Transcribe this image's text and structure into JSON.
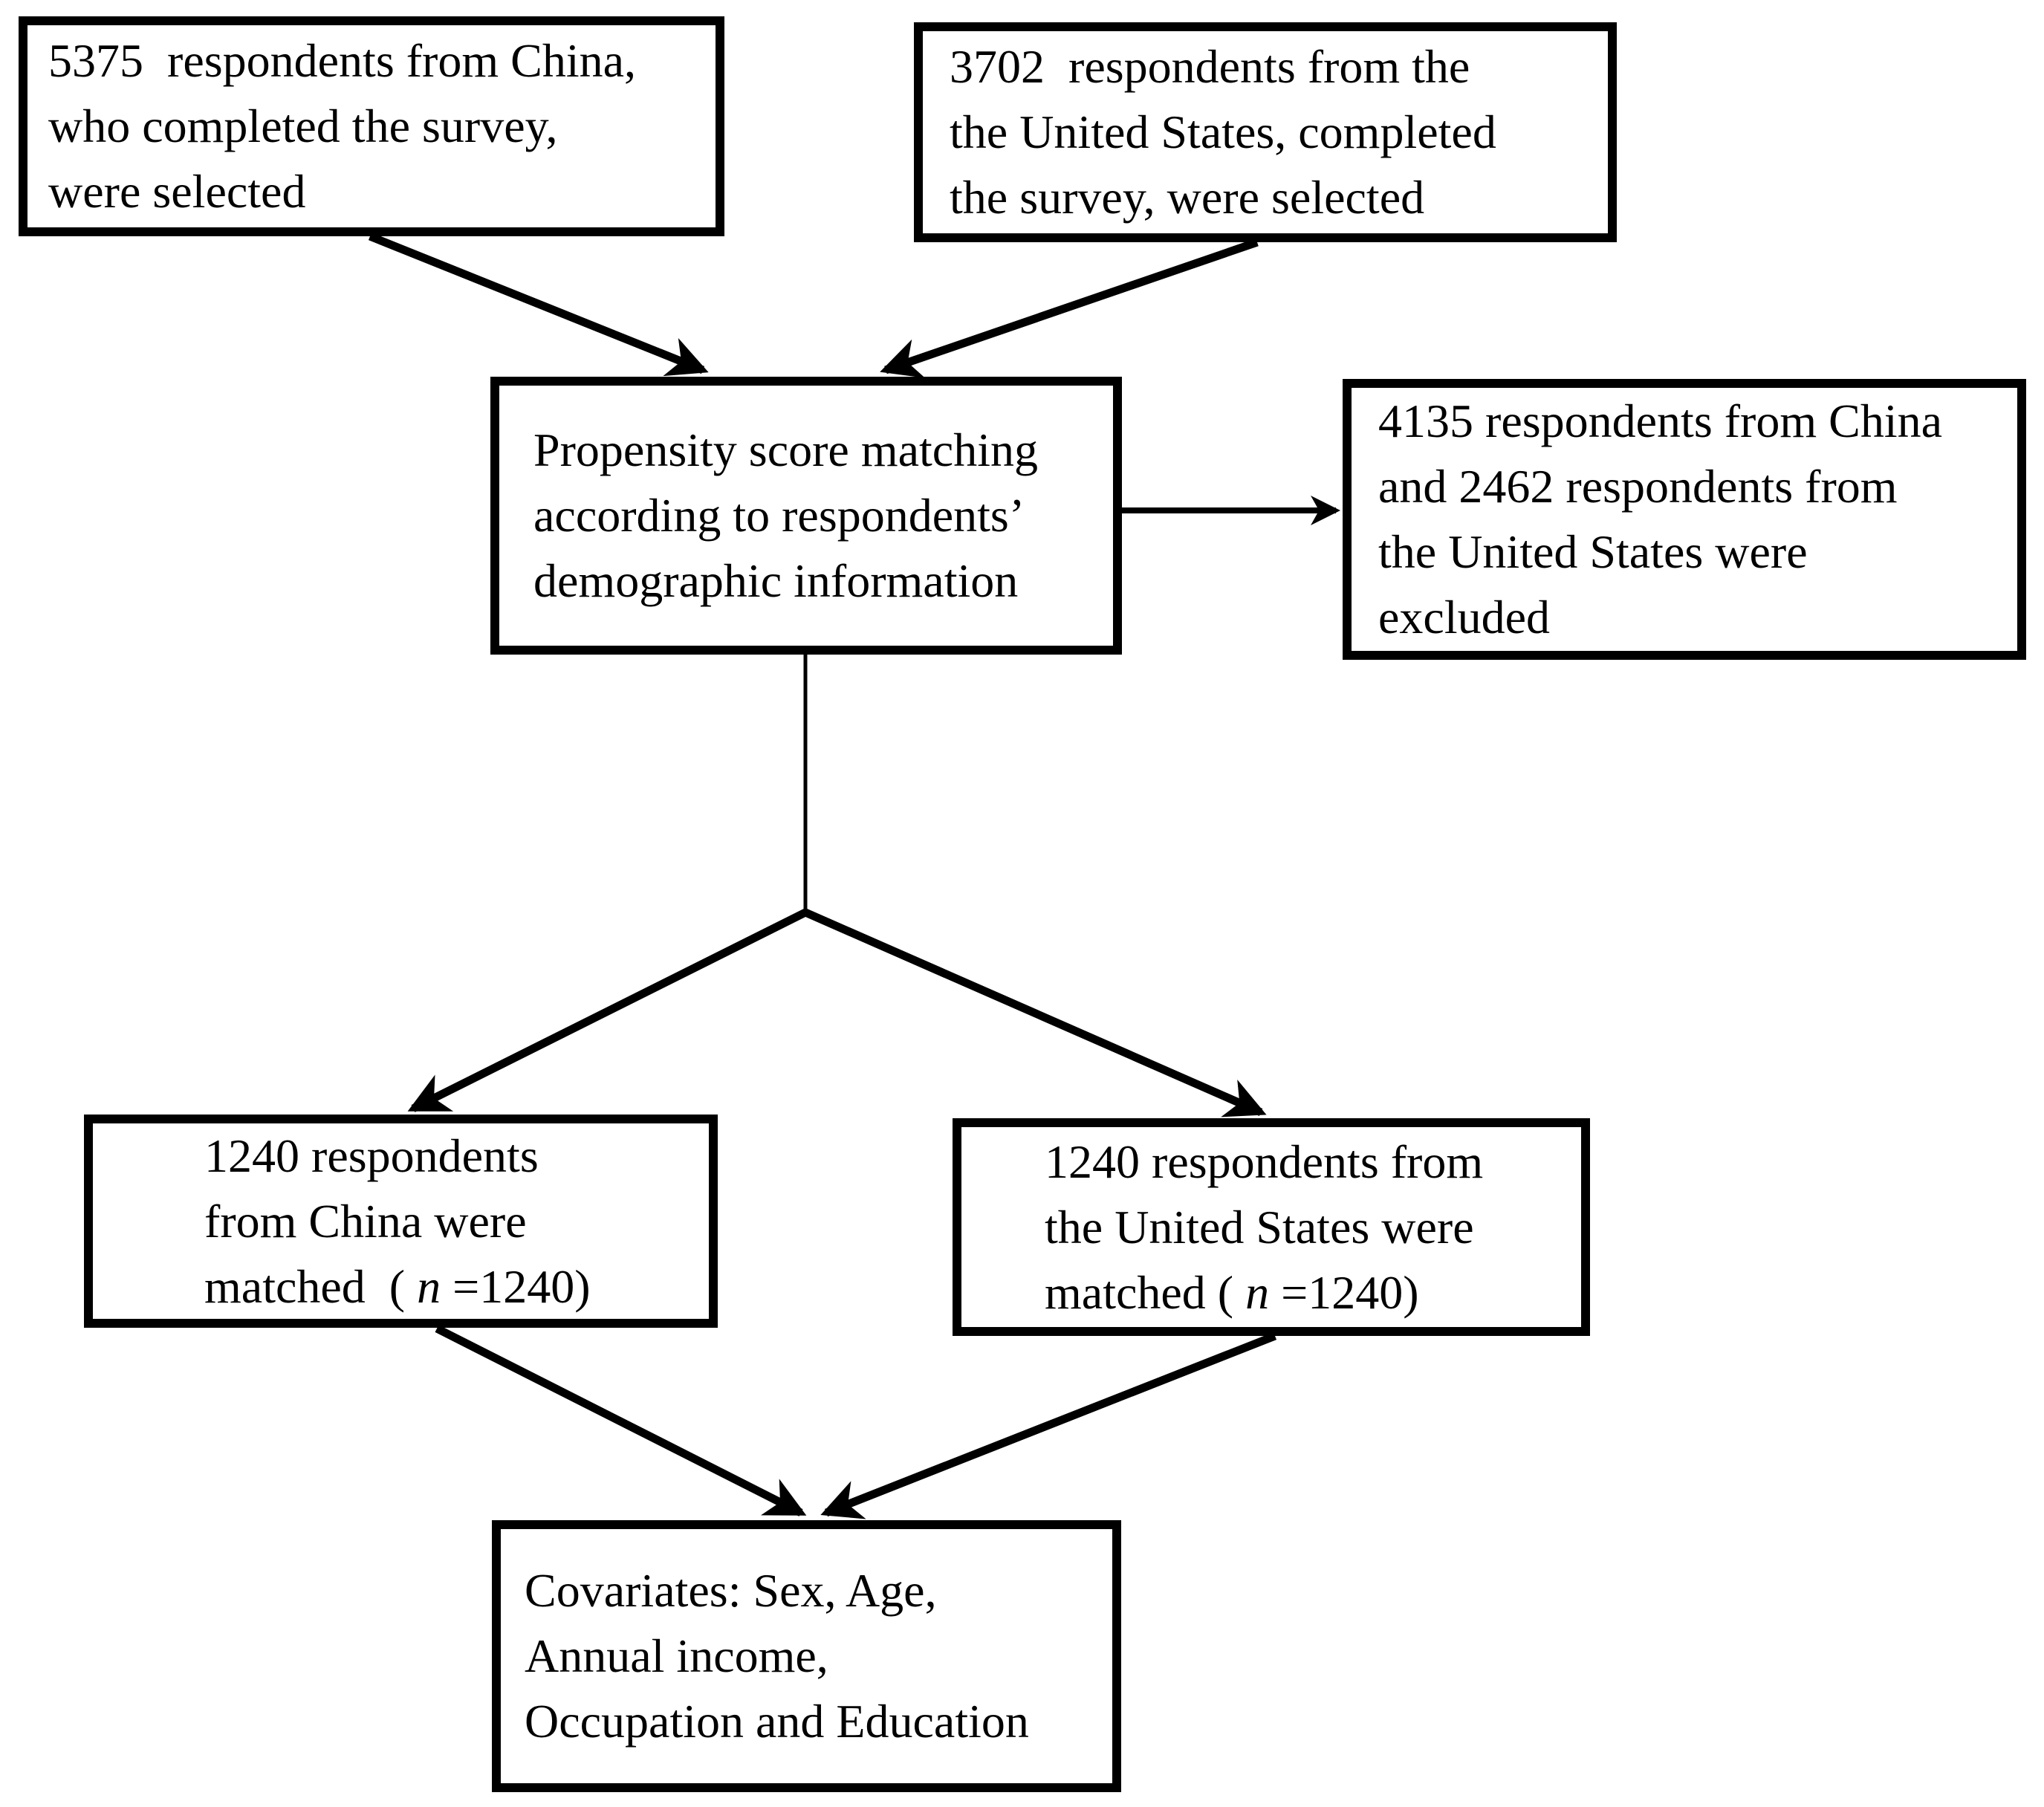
{
  "figure": {
    "type": "flowchart",
    "colors": {
      "background": "#ffffff",
      "box_border": "#000000",
      "arrow": "#000000",
      "text": "#000000"
    },
    "boxes": {
      "china_selected": {
        "lines": [
          "5375  respondents from China,",
          "who completed the survey,",
          "were selected"
        ]
      },
      "us_selected": {
        "lines": [
          "3702  respondents from the",
          "the United States, completed",
          "the survey, were selected"
        ]
      },
      "propensity": {
        "lines": [
          "Propensity score matching",
          "according to respondents’",
          "demographic information"
        ]
      },
      "excluded": {
        "lines": [
          "4135 respondents from China",
          "and 2462 respondents from",
          "the United States were",
          "excluded"
        ]
      },
      "china_matched": {
        "lines": [
          "1240 respondents",
          "from China were"
        ],
        "matched": {
          "prefix": "matched  ( ",
          "variable": "n",
          "suffix": " =1240)"
        }
      },
      "us_matched": {
        "lines": [
          "1240 respondents from",
          "the United States were"
        ],
        "matched": {
          "prefix": "matched ( ",
          "variable": "n",
          "suffix": " =1240)"
        }
      },
      "covariates": {
        "lines": [
          "Covariates: Sex, Age,",
          "Annual income,",
          "Occupation and Education"
        ]
      }
    }
  }
}
